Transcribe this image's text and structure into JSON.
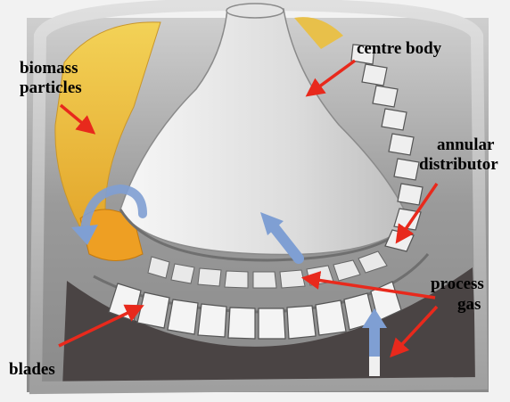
{
  "labels": {
    "centre_body": "centre body",
    "biomass_line1": "biomass",
    "biomass_line2": "particles",
    "annular_line1": "annular",
    "annular_line2": "distributor",
    "process_line1": "process",
    "process_line2": "gas",
    "blades": "blades"
  },
  "colors": {
    "label_arrow": "#e8291c",
    "flow_arrow": "#7f9fd3",
    "biomass": "#ecc23a",
    "shell": "#a8a8a8"
  }
}
